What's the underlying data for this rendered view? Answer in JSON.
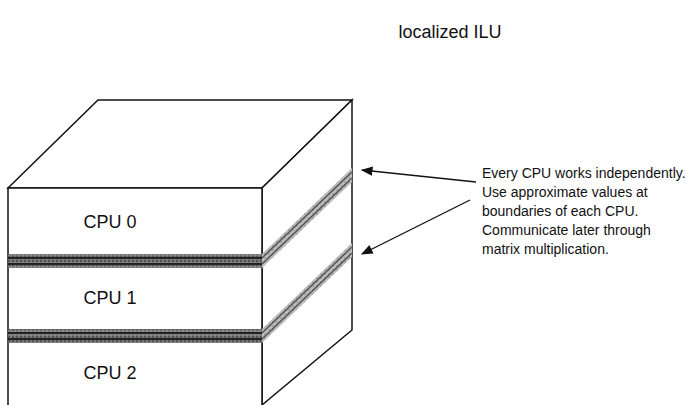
{
  "diagram": {
    "title": "localized ILU",
    "nodes": [
      {
        "text": [
          "CPU 0"
        ]
      },
      {
        "text": [
          "CPU 1"
        ]
      },
      {
        "text": [
          "CPU 2"
        ]
      }
    ],
    "labels": [
      "Every CPU works independently. Use approximate values at boundaries of each CPU. Communicate later through matrix multiplication."
    ]
  }
}
